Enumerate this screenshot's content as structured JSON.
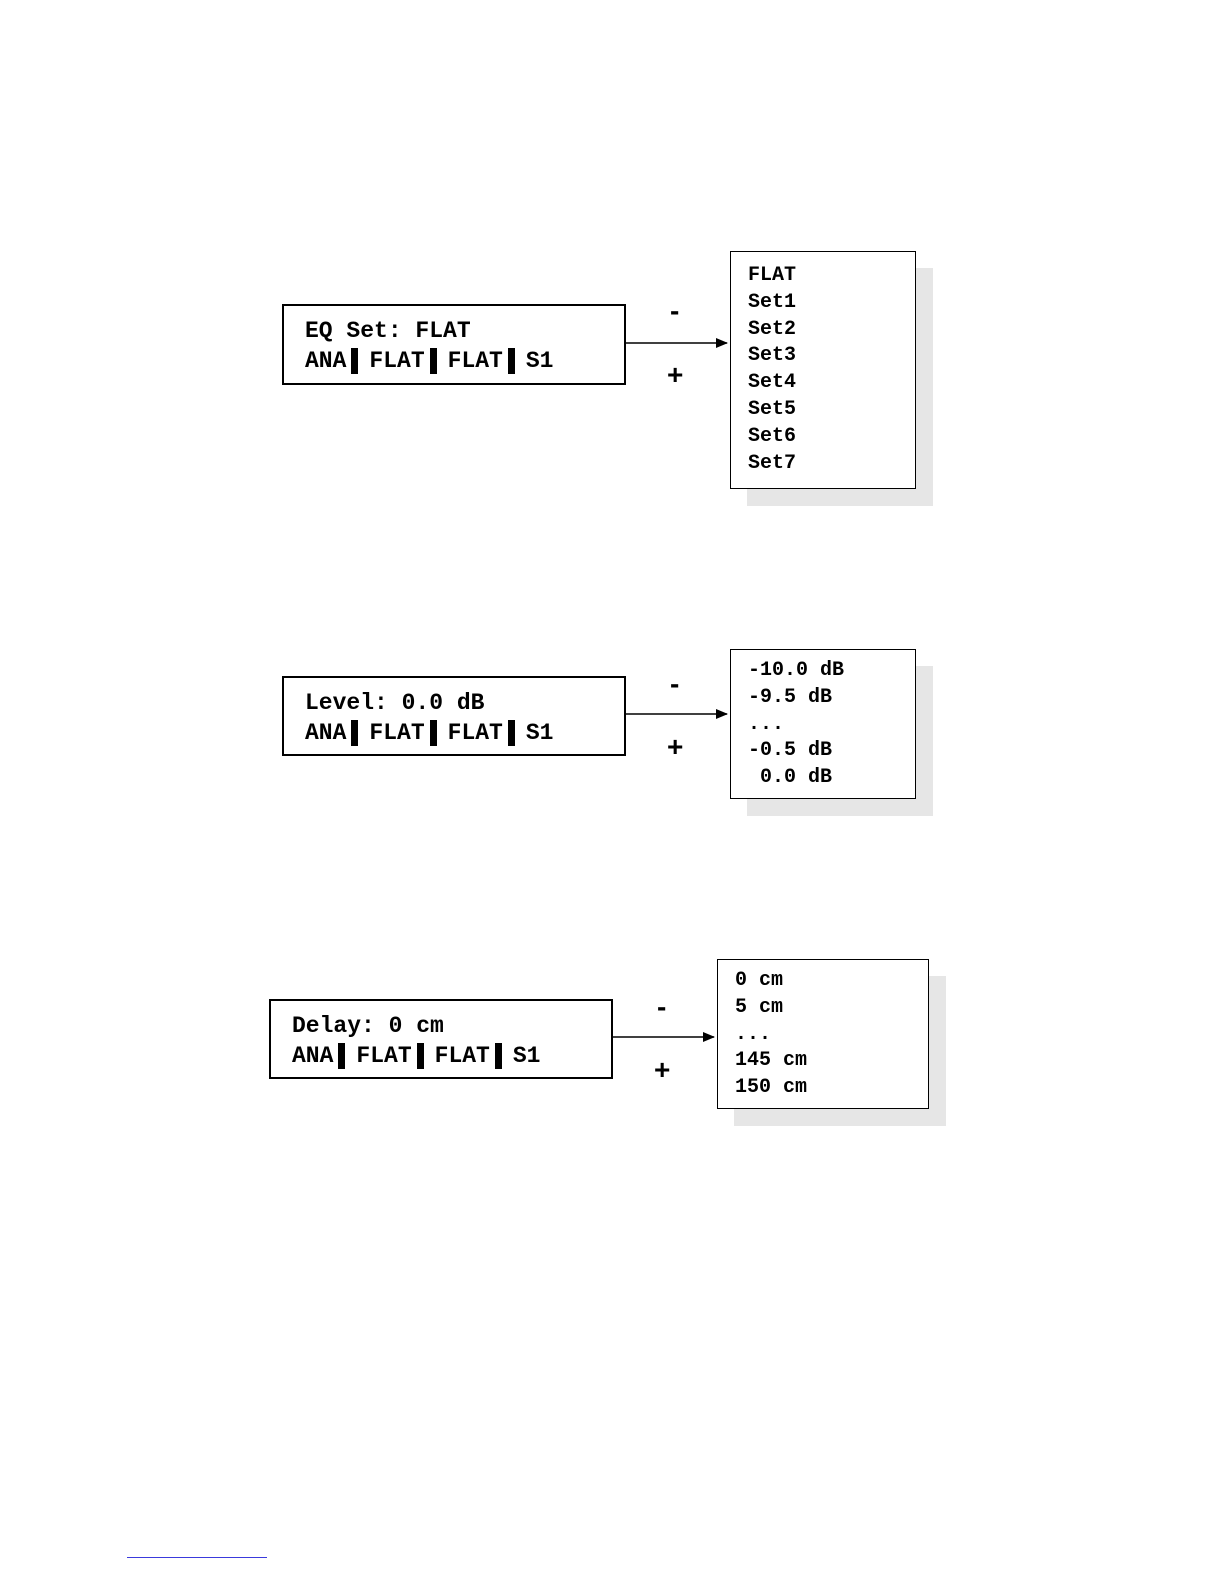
{
  "diagrams": [
    {
      "display": {
        "line1": "EQ Set: FLAT",
        "line2": [
          "ANA",
          "FLAT",
          "FLAT",
          "S1"
        ]
      },
      "minus_label": "-",
      "plus_label": "+",
      "options": [
        "FLAT",
        "Set1",
        "Set2",
        "Set3",
        "Set4",
        "Set5",
        "Set6",
        "Set7"
      ]
    },
    {
      "display": {
        "line1": "Level: 0.0 dB",
        "line2": [
          "ANA",
          "FLAT",
          "FLAT",
          "S1"
        ]
      },
      "minus_label": "-",
      "plus_label": "+",
      "options": [
        "-10.0 dB",
        "-9.5 dB",
        "...",
        "-0.5 dB",
        " 0.0 dB"
      ]
    },
    {
      "display": {
        "line1": "Delay: 0 cm",
        "line2": [
          "ANA",
          "FLAT",
          "FLAT",
          "S1"
        ]
      },
      "minus_label": "-",
      "plus_label": "+",
      "options": [
        "0 cm",
        "5 cm",
        "...",
        "145 cm",
        "150 cm"
      ]
    }
  ]
}
